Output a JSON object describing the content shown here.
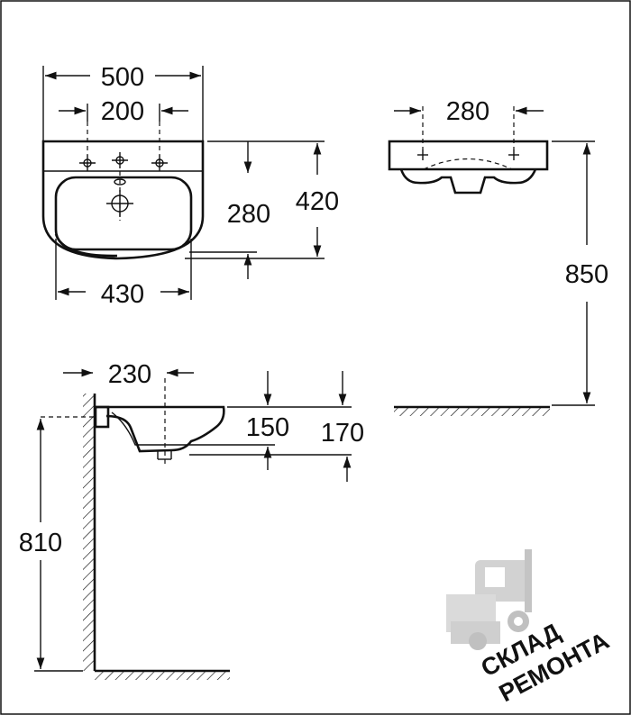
{
  "dimensions": {
    "top_width": "500",
    "tap_spacing_top": "200",
    "basin_depth": "280",
    "overall_depth": "420",
    "bottom_width": "430",
    "tap_spacing_front": "280",
    "install_height": "850",
    "wall_to_waste": "230",
    "bowl_depth": "150",
    "overall_height": "170",
    "floor_to_waste": "810"
  },
  "watermark": {
    "line1": "СКЛАД",
    "line2": "РЕМОНТА"
  },
  "icons": {
    "watermark_logo": "forklift-icon"
  }
}
